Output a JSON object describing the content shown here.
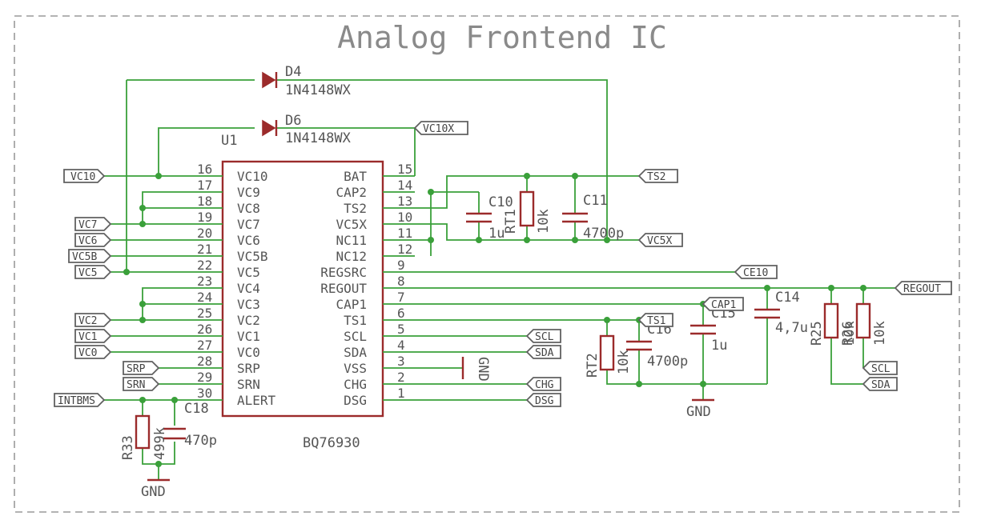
{
  "title": "Analog Frontend IC",
  "ic": {
    "refdes": "U1",
    "part": "BQ76930",
    "left_pins": [
      {
        "num": "16",
        "name": "VC10"
      },
      {
        "num": "17",
        "name": "VC9"
      },
      {
        "num": "18",
        "name": "VC8"
      },
      {
        "num": "19",
        "name": "VC7"
      },
      {
        "num": "20",
        "name": "VC6"
      },
      {
        "num": "21",
        "name": "VC5B"
      },
      {
        "num": "22",
        "name": "VC5"
      },
      {
        "num": "23",
        "name": "VC4"
      },
      {
        "num": "24",
        "name": "VC3"
      },
      {
        "num": "25",
        "name": "VC2"
      },
      {
        "num": "26",
        "name": "VC1"
      },
      {
        "num": "27",
        "name": "VC0"
      },
      {
        "num": "28",
        "name": "SRP"
      },
      {
        "num": "29",
        "name": "SRN"
      },
      {
        "num": "30",
        "name": "ALERT"
      }
    ],
    "right_pins": [
      {
        "num": "15",
        "name": "BAT"
      },
      {
        "num": "14",
        "name": "CAP2"
      },
      {
        "num": "13",
        "name": "TS2"
      },
      {
        "num": "10",
        "name": "VC5X"
      },
      {
        "num": "11",
        "name": "NC11"
      },
      {
        "num": "12",
        "name": "NC12"
      },
      {
        "num": "9",
        "name": "REGSRC"
      },
      {
        "num": "8",
        "name": "REGOUT"
      },
      {
        "num": "7",
        "name": "CAP1"
      },
      {
        "num": "6",
        "name": "TS1"
      },
      {
        "num": "5",
        "name": "SCL"
      },
      {
        "num": "4",
        "name": "SDA"
      },
      {
        "num": "3",
        "name": "VSS"
      },
      {
        "num": "2",
        "name": "CHG"
      },
      {
        "num": "1",
        "name": "DSG"
      }
    ]
  },
  "diodes": {
    "d4": {
      "ref": "D4",
      "value": "1N4148WX"
    },
    "d6": {
      "ref": "D6",
      "value": "1N4148WX"
    }
  },
  "components": {
    "c10": {
      "ref": "C10",
      "value": "1u"
    },
    "rt1": {
      "ref": "RT1",
      "value": "10k"
    },
    "c11": {
      "ref": "C11",
      "value": "4700p"
    },
    "rt2": {
      "ref": "RT2",
      "value": "10k"
    },
    "c16": {
      "ref": "C16",
      "value": "4700p"
    },
    "c15": {
      "ref": "C15",
      "value": "1u"
    },
    "c14": {
      "ref": "C14",
      "value": "4,7u"
    },
    "r25": {
      "ref": "R25",
      "value": "10k"
    },
    "r26": {
      "ref": "R26",
      "value": "10k"
    },
    "r33": {
      "ref": "R33",
      "value": "499k"
    },
    "c18": {
      "ref": "C18",
      "value": "470p"
    }
  },
  "net_flags": {
    "vc10x": "VC10X",
    "ts2": "TS2",
    "vc5x": "VC5X",
    "ce10": "CE10",
    "regout": "REGOUT",
    "ts1": "TS1",
    "cap1": "CAP1",
    "scl": "SCL",
    "sda": "SDA",
    "chg": "CHG",
    "dsg": "DSG",
    "scl_r": "SCL",
    "sda_r": "SDA",
    "vc10": "VC10",
    "vc7": "VC7",
    "vc6": "VC6",
    "vc5b": "VC5B",
    "vc5": "VC5",
    "vc2": "VC2",
    "vc1": "VC1",
    "vc0": "VC0",
    "srp": "SRP",
    "srn": "SRN",
    "intbms": "INTBMS"
  },
  "gnd": {
    "vss": "GND",
    "ts1_group": "GND",
    "alert_group": "GND"
  }
}
